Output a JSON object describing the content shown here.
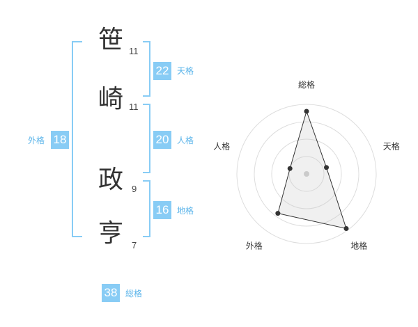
{
  "name": {
    "chars": [
      {
        "char": "笹",
        "strokes": "11"
      },
      {
        "char": "崎",
        "strokes": "11"
      },
      {
        "char": "政",
        "strokes": "9"
      },
      {
        "char": "亨",
        "strokes": "7"
      }
    ]
  },
  "kakusu": {
    "tenkaku": {
      "value": "22",
      "label": "天格"
    },
    "jinkaku": {
      "value": "20",
      "label": "人格"
    },
    "chikaku": {
      "value": "16",
      "label": "地格"
    },
    "gaikaku": {
      "value": "18",
      "label": "外格"
    },
    "soukaku": {
      "value": "38",
      "label": "総格"
    }
  },
  "colors": {
    "accent": "#88ccf5",
    "bracket": "#88ccf5",
    "accent_text": "#5ab4ea"
  },
  "chart_data": {
    "type": "radar",
    "axes": [
      "総格",
      "天格",
      "地格",
      "外格",
      "人格"
    ],
    "values": [
      0.9,
      0.3,
      0.97,
      0.7,
      0.25
    ],
    "rings": 4,
    "grid": true
  }
}
